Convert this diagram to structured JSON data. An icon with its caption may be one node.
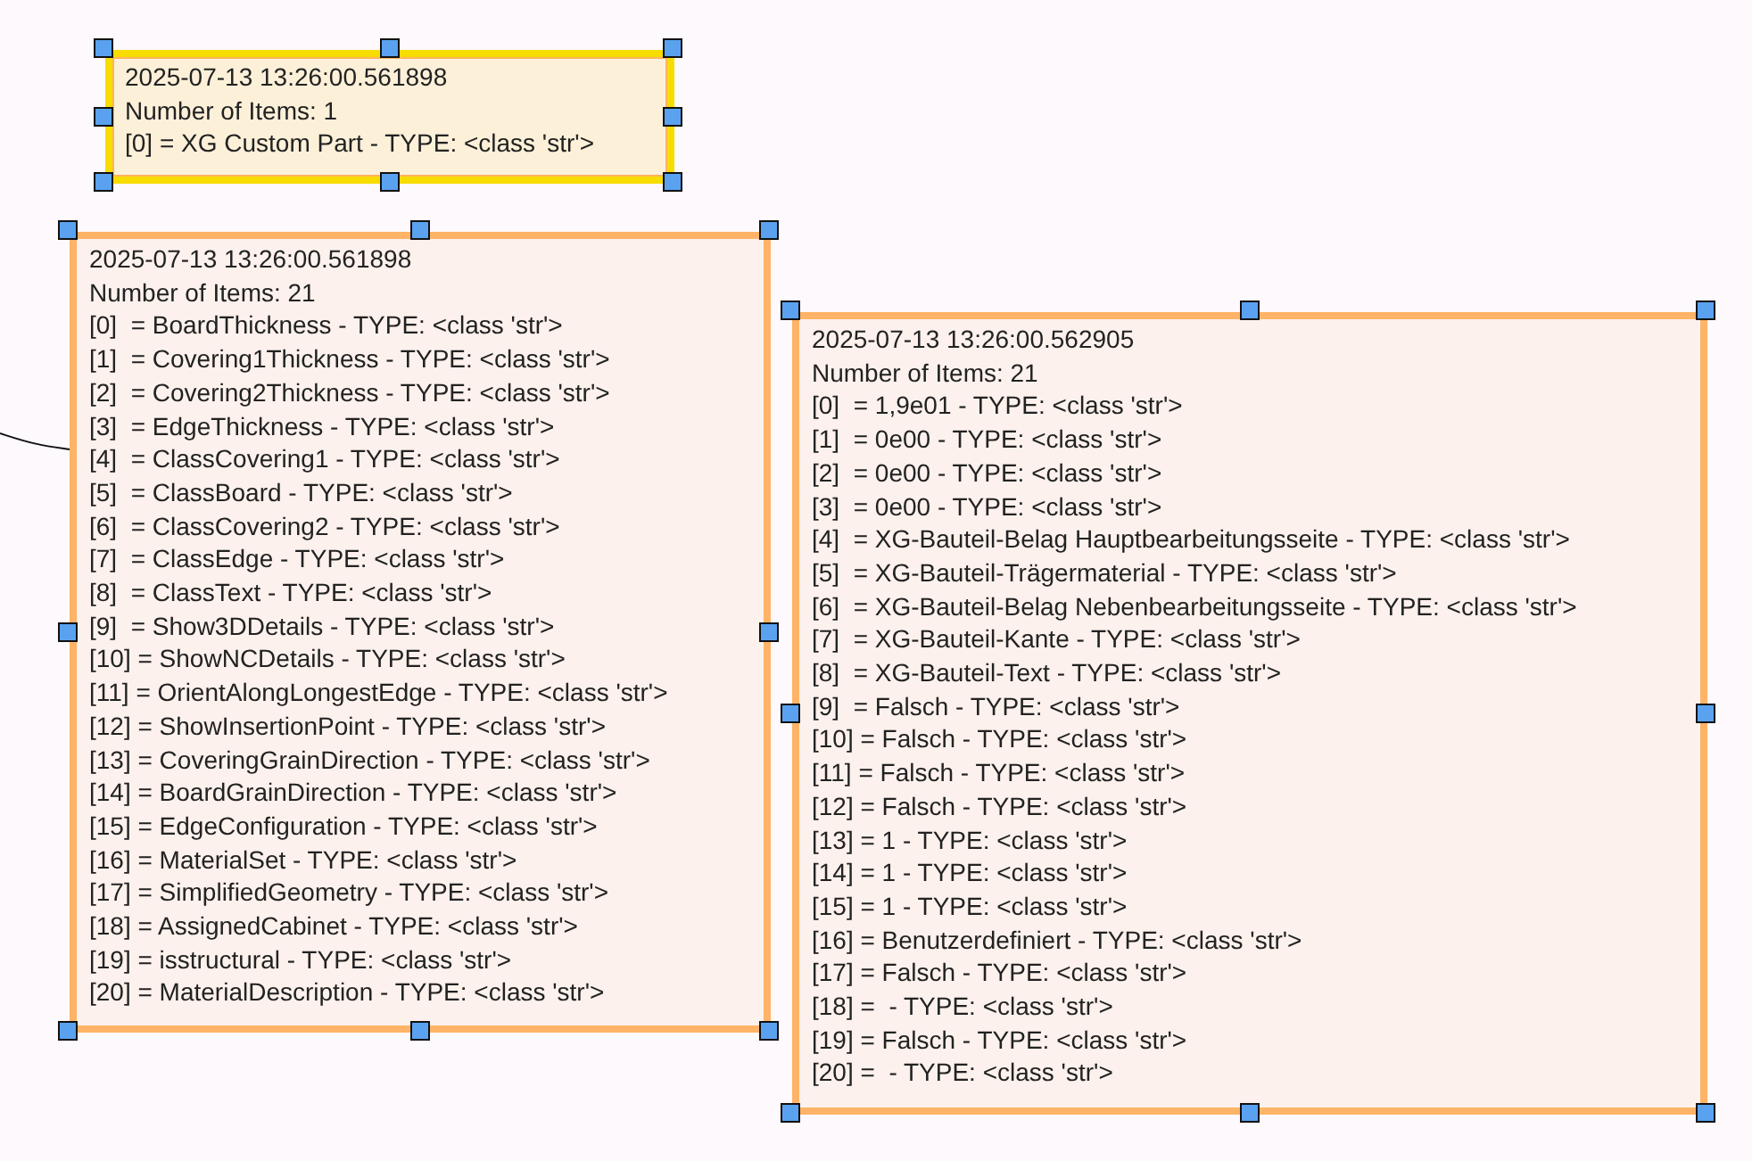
{
  "diagram": {
    "nodes": [
      {
        "text": [
          "2025-07-13 13:26:00.561898",
          "Number of Items: 1",
          "[0] = XG Custom Part - TYPE: <class 'str'>"
        ]
      },
      {
        "text": [
          "2025-07-13 13:26:00.561898",
          "Number of Items: 21",
          "[0]  = BoardThickness - TYPE: <class 'str'>",
          "[1]  = Covering1Thickness - TYPE: <class 'str'>",
          "[2]  = Covering2Thickness - TYPE: <class 'str'>",
          "[3]  = EdgeThickness - TYPE: <class 'str'>",
          "[4]  = ClassCovering1 - TYPE: <class 'str'>",
          "[5]  = ClassBoard - TYPE: <class 'str'>",
          "[6]  = ClassCovering2 - TYPE: <class 'str'>",
          "[7]  = ClassEdge - TYPE: <class 'str'>",
          "[8]  = ClassText - TYPE: <class 'str'>",
          "[9]  = Show3DDetails - TYPE: <class 'str'>",
          "[10] = ShowNCDetails - TYPE: <class 'str'>",
          "[11] = OrientAlongLongestEdge - TYPE: <class 'str'>",
          "[12] = ShowInsertionPoint - TYPE: <class 'str'>",
          "[13] = CoveringGrainDirection - TYPE: <class 'str'>",
          "[14] = BoardGrainDirection - TYPE: <class 'str'>",
          "[15] = EdgeConfiguration - TYPE: <class 'str'>",
          "[16] = MaterialSet - TYPE: <class 'str'>",
          "[17] = SimplifiedGeometry - TYPE: <class 'str'>",
          "[18] = AssignedCabinet - TYPE: <class 'str'>",
          "[19] = isstructural - TYPE: <class 'str'>",
          "[20] = MaterialDescription - TYPE: <class 'str'>"
        ]
      },
      {
        "text": [
          "2025-07-13 13:26:00.562905",
          "Number of Items: 21",
          "[0]  = 1,9e01 - TYPE: <class 'str'>",
          "[1]  = 0e00 - TYPE: <class 'str'>",
          "[2]  = 0e00 - TYPE: <class 'str'>",
          "[3]  = 0e00 - TYPE: <class 'str'>",
          "[4]  = XG-Bauteil-Belag Hauptbearbeitungsseite - TYPE: <class 'str'>",
          "[5]  = XG-Bauteil-Trägermaterial - TYPE: <class 'str'>",
          "[6]  = XG-Bauteil-Belag Nebenbearbeitungsseite - TYPE: <class 'str'>",
          "[7]  = XG-Bauteil-Kante - TYPE: <class 'str'>",
          "[8]  = XG-Bauteil-Text - TYPE: <class 'str'>",
          "[9]  = Falsch - TYPE: <class 'str'>",
          "[10] = Falsch - TYPE: <class 'str'>",
          "[11] = Falsch - TYPE: <class 'str'>",
          "[12] = Falsch - TYPE: <class 'str'>",
          "[13] = 1 - TYPE: <class 'str'>",
          "[14] = 1 - TYPE: <class 'str'>",
          "[15] = 1 - TYPE: <class 'str'>",
          "[16] = Benutzerdefiniert - TYPE: <class 'str'>",
          "[17] = Falsch - TYPE: <class 'str'>",
          "[18] =  - TYPE: <class 'str'>",
          "[19] = Falsch - TYPE: <class 'str'>",
          "[20] =  - TYPE: <class 'str'>"
        ]
      }
    ],
    "edges": [
      {
        "from": null,
        "to": 1,
        "arrow": "none"
      }
    ]
  }
}
